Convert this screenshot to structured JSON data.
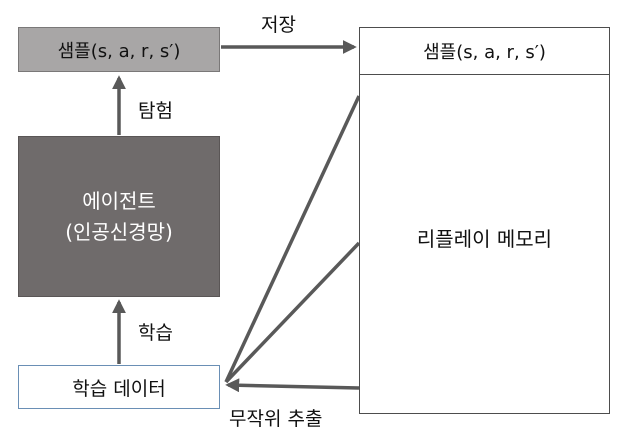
{
  "sample_left": {
    "label": "샘플(s, a, r, s′)"
  },
  "agent": {
    "line1": "에이전트",
    "line2": "(인공신경망)"
  },
  "train_data": {
    "label": "학습 데이터"
  },
  "replay_memory": {
    "header": "샘플(s, a, r, s′)",
    "title": "리플레이 메모리"
  },
  "edges": {
    "store": "저장",
    "explore": "탐험",
    "learn": "학습",
    "random_extract": "무작위 추출"
  },
  "colors": {
    "arrow": "#595959",
    "sample_fill": "#a8a6a6",
    "agent_fill": "#6f6b6b",
    "train_border": "#6a8fb5"
  }
}
